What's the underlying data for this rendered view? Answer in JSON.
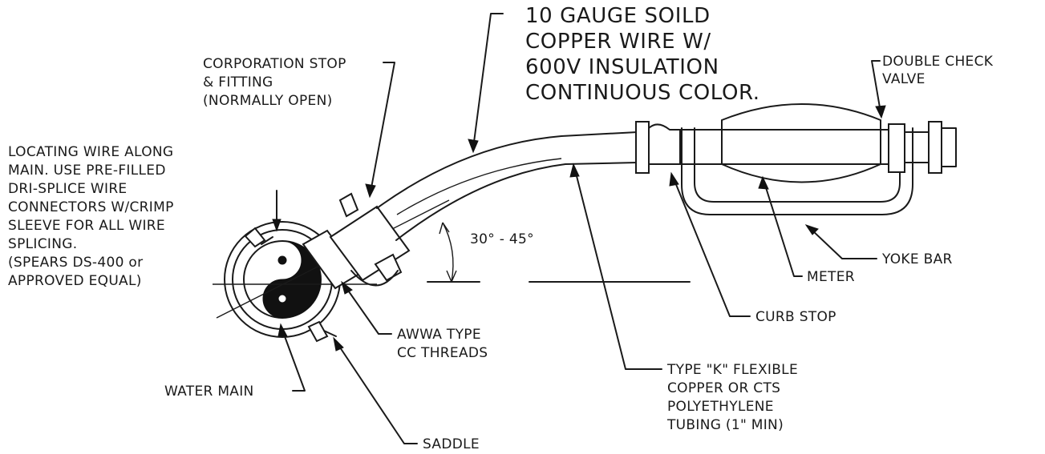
{
  "diagram": {
    "labels": {
      "wire_spec": [
        "10 GAUGE SOILD",
        "COPPER WIRE W/",
        "600V INSULATION",
        "CONTINUOUS COLOR."
      ],
      "corporation_stop": [
        "CORPORATION STOP",
        "& FITTING",
        "(NORMALLY OPEN)"
      ],
      "locating_wire": [
        "LOCATING WIRE ALONG",
        "MAIN. USE PRE-FILLED",
        "DRI-SPLICE WIRE",
        "CONNECTORS W/CRIMP",
        "SLEEVE FOR ALL WIRE",
        "SPLICING.",
        "(SPEARS DS-400 or",
        "APPROVED EQUAL)"
      ],
      "double_check_valve": [
        "DOUBLE CHECK",
        "VALVE"
      ],
      "yoke_bar": "YOKE BAR",
      "meter": "METER",
      "curb_stop": "CURB STOP",
      "awwa_threads": [
        "AWWA TYPE",
        "CC THREADS"
      ],
      "tubing": [
        "TYPE \"K\" FLEXIBLE",
        "COPPER OR CTS",
        "POLYETHYLENE",
        "TUBING (1\" MIN)"
      ],
      "water_main": "WATER MAIN",
      "saddle": "SADDLE",
      "angle": "30° - 45°"
    }
  }
}
